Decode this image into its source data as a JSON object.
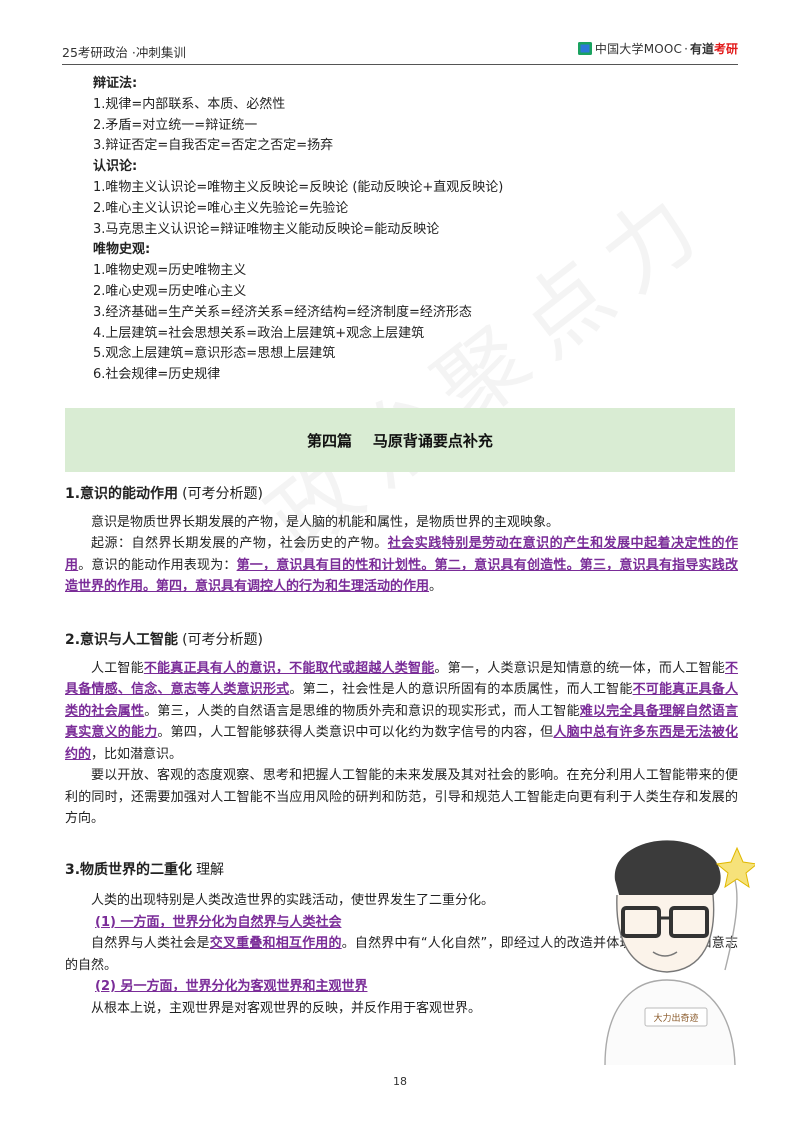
{
  "header": {
    "title": "25考研政治 ·冲刺集训",
    "brand": {
      "mooc": "中国大学MOOC",
      "sep": "·",
      "youdao": "有道",
      "kaoyan": "考研"
    }
  },
  "watermark": "政治聚点力",
  "summary": {
    "dialectics": {
      "heading": "辩证法:",
      "items": [
        "1.规律=内部联系、本质、必然性",
        "2.矛盾=对立统一=辩证统一",
        "3.辩证否定=自我否定=否定之否定=扬弃"
      ]
    },
    "epistemology": {
      "heading": "认识论:",
      "items": [
        "1.唯物主义认识论=唯物主义反映论=反映论 (能动反映论+直观反映论)",
        "2.唯心主义认识论=唯心主义先验论=先验论",
        "3.马克思主义认识论=辩证唯物主义能动反映论=能动反映论"
      ]
    },
    "history": {
      "heading": "唯物史观:",
      "items": [
        "1.唯物史观=历史唯物主义",
        "2.唯心史观=历史唯心主义",
        "3.经济基础=生产关系=经济关系=经济结构=经济制度=经济形态",
        "4.上层建筑=社会思想关系=政治上层建筑+观念上层建筑",
        "5.观念上层建筑=意识形态=思想上层建筑",
        "6.社会规律=历史规律"
      ]
    }
  },
  "banner": {
    "title": "第四篇    马原背诵要点补充"
  },
  "s1": {
    "title": "1.意识的能动作用",
    "note": "(可考分析题)",
    "p1": "意识是物质世界长期发展的产物，是人脑的机能和属性，是物质世界的主观映象。",
    "p2_a": "起源：自然界长期发展的产物，社会历史的产物。",
    "p2_hl": "社会实践特别是劳动在意识的产生和发展中起着决定性的作用",
    "p2_b": "。意识的能动作用表现为：",
    "p2_hl2": "第一，意识具有目的性和计划性。第二，意识具有创造性。第三，意识具有指导实践改造世界的作用。第四，意识具有调控人的行为和生理活动的作用",
    "p2_c": "。"
  },
  "s2": {
    "title": "2.意识与人工智能",
    "note": "(可考分析题)",
    "t1": "人工智能",
    "h1": "不能真正具有人的意识，不能取代或超越人类智能",
    "t2": "。第一，人类意识是知情意的统一体，而人工智能",
    "h2": "不具备情感、信念、意志等人类意识形式",
    "t3": "。第二，社会性是人的意识所固有的本质属性，而人工智能",
    "h3": "不可能真正具备人类的社会属性",
    "t4": "。第三，人类的自然语言是思维的物质外壳和意识的现实形式，而人工智能",
    "h4": "难以完全具备理解自然语言真实意义的能力",
    "t5": "。第四，人工智能够获得人类意识中可以化约为数字信号的内容，但",
    "h5": "人脑中总有许多东西是无法被化约的",
    "t6": "，比如潜意识。",
    "p2": "要以开放、客观的态度观察、思考和把握人工智能的未来发展及其对社会的影响。在充分利用人工智能带来的便利的同时，还需要加强对人工智能不当应用风险的研判和防范，引导和规范人工智能走向更有利于人类生存和发展的方向。"
  },
  "s3": {
    "title": "3.物质世界的二重化",
    "note": "理解",
    "p1": "人类的出现特别是人类改造世界的实践活动，使世界发生了二重分化。",
    "sub1": "(1) 一方面，世界分化为自然界与人类社会",
    "p2_a": "自然界与人类社会是",
    "p2_hl": "交叉重叠和相互作用的",
    "p2_b": "。自然界中有“人化自然”，即经过人的改造并体现着人的目的和意志的自然。",
    "sub2": "(2) 另一方面，世界分化为客观世界和主观世界",
    "p3": "从根本上说，主观世界是对客观世界的反映，并反作用于客观世界。"
  },
  "mascot": {
    "sign": "大力出奇迹"
  },
  "footer": {
    "page": "18"
  }
}
